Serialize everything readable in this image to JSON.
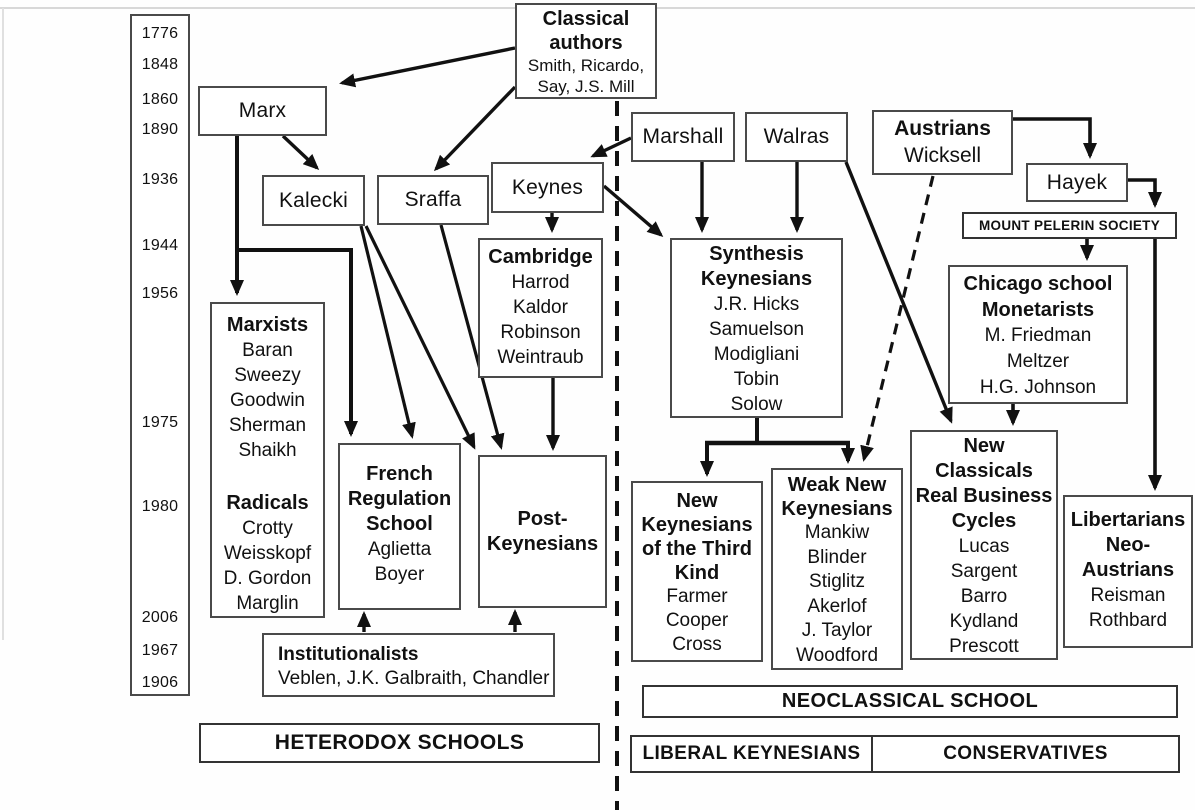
{
  "timeline": {
    "years": [
      "1776",
      "1848",
      "1860",
      "1890",
      "1936",
      "1944",
      "1956",
      "1975",
      "1980",
      "2006",
      "1967",
      "1906"
    ]
  },
  "nodes": {
    "classical_authors": {
      "title": [
        "Classical",
        "authors"
      ],
      "subtitle": [
        "Smith,  Ricardo,",
        "Say, J.S. Mill"
      ]
    },
    "marx": {
      "label": "Marx"
    },
    "kalecki": {
      "label": "Kalecki"
    },
    "sraffa": {
      "label": "Sraffa"
    },
    "keynes": {
      "label": "Keynes"
    },
    "marshall": {
      "label": "Marshall"
    },
    "walras": {
      "label": "Walras"
    },
    "austrians": {
      "title": [
        "Austrians"
      ],
      "members": [
        "Wicksell"
      ]
    },
    "hayek": {
      "label": "Hayek"
    },
    "mount_pelerin": {
      "label": "MOUNT PELERIN SOCIETY"
    },
    "cambridge": {
      "title": [
        "Cambridge"
      ],
      "members": [
        "Harrod",
        "Kaldor",
        "Robinson",
        "Weintraub"
      ]
    },
    "synthesis_keynesians": {
      "title": [
        "Synthesis",
        "Keynesians"
      ],
      "members": [
        "J.R. Hicks",
        "Samuelson",
        "Modigliani",
        "Tobin",
        "Solow"
      ]
    },
    "chicago_school": {
      "title": [
        "Chicago school",
        "Monetarists"
      ],
      "members": [
        "M. Friedman",
        "Meltzer",
        "H.G. Johnson"
      ]
    },
    "marxists_radicals": {
      "groups": [
        {
          "title": [
            "Marxists"
          ],
          "members": [
            "Baran",
            "Sweezy",
            "Goodwin",
            "Sherman",
            "Shaikh"
          ]
        },
        {
          "title": [
            "Radicals"
          ],
          "members": [
            "Crotty",
            "Weisskopf",
            "D. Gordon",
            "Marglin"
          ]
        }
      ]
    },
    "french_regulation": {
      "title": [
        "French",
        "Regulation",
        "School"
      ],
      "members": [
        "Aglietta",
        "Boyer"
      ]
    },
    "post_keynesians": {
      "title": [
        "Post-",
        "Keynesians"
      ]
    },
    "nk_third_kind": {
      "title": [
        "New",
        "Keynesians",
        "of the Third",
        "Kind"
      ],
      "members": [
        "Farmer",
        "Cooper",
        "Cross"
      ]
    },
    "weak_new_keynesians": {
      "title": [
        "Weak New",
        "Keynesians"
      ],
      "members": [
        "Mankiw",
        "Blinder",
        "Stiglitz",
        "Akerlof",
        "J. Taylor",
        "Woodford"
      ]
    },
    "new_classicals": {
      "title": [
        "New",
        "Classicals",
        "Real Business",
        "Cycles"
      ],
      "members": [
        "Lucas",
        "Sargent",
        "Barro",
        "Kydland",
        "Prescott"
      ]
    },
    "libertarians": {
      "title": [
        "Libertarians",
        "Neo-",
        "Austrians"
      ],
      "members": [
        "Reisman",
        "Rothbard"
      ]
    },
    "institutionalists": {
      "title": [
        "Institutionalists"
      ],
      "members_line": "Veblen, J.K. Galbraith, Chandler"
    }
  },
  "footers": {
    "heterodox": "HETERODOX SCHOOLS",
    "neoclassical": "NEOCLASSICAL SCHOOL",
    "liberal_keynesians": "LIBERAL KEYNESIANS",
    "conservatives": "CONSERVATIVES"
  }
}
